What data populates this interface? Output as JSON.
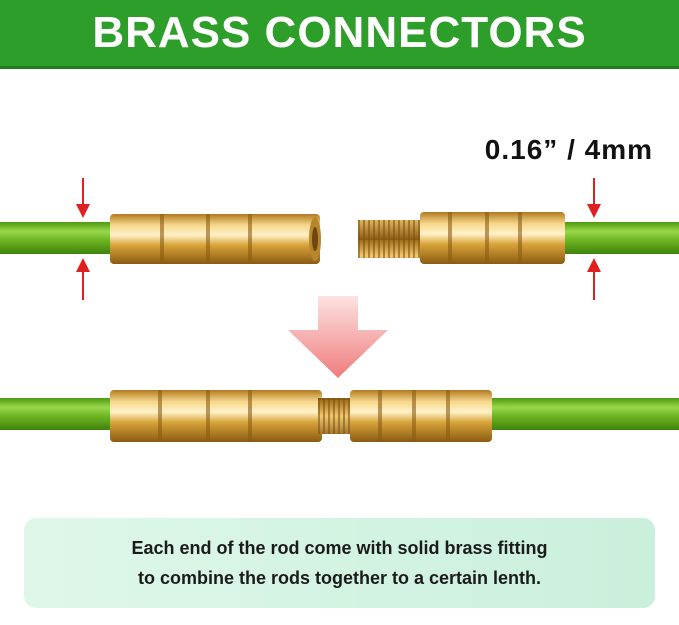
{
  "banner": {
    "title": "BRASS CONNECTORS",
    "color": "#2e9e2a"
  },
  "measurement": {
    "label": "0.16” / 4mm"
  },
  "caption": {
    "line1": "Each end of the rod come with solid brass fitting",
    "line2": "to combine the rods together to a certain lenth."
  },
  "colors": {
    "rod": "#6ab81e",
    "brass": "#d9a43a",
    "arrow": "#e02020",
    "merge_arrow": "#f08a8a"
  },
  "icons": [
    "dimension-arrow-icon",
    "down-arrow-icon"
  ]
}
